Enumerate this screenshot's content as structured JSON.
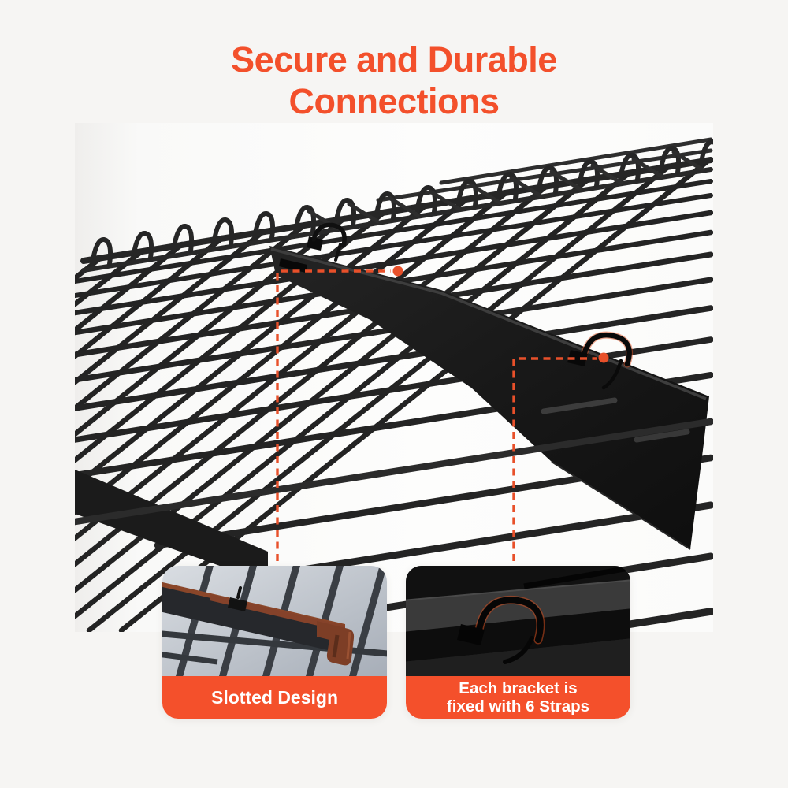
{
  "title": {
    "line1": "Secure and Durable",
    "line2": "Connections"
  },
  "cards": [
    {
      "name": "slotted-design",
      "label_lines": [
        "Slotted Design"
      ]
    },
    {
      "name": "bracket-straps",
      "label_lines": [
        "Each bracket is",
        "fixed with 6 Straps"
      ]
    }
  ],
  "callouts": [
    {
      "name": "slotted-design-callout",
      "target": "channel-slot"
    },
    {
      "name": "strap-callout",
      "target": "zip-tie-strap"
    }
  ],
  "colors": {
    "accent": "#f3502b",
    "label_bar": "#f4502b",
    "label_text": "#ffffff",
    "callout_color": "#e8502a",
    "page_bg": "#f6f5f3"
  }
}
